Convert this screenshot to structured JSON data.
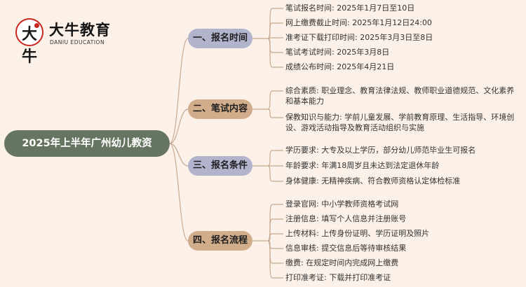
{
  "brand": {
    "mark_char": "大牛",
    "name": "大牛教育",
    "english": "DANIU EDUCATION",
    "accent_color": "#c9261f"
  },
  "root": {
    "label": "2025年上半年广州幼儿教资"
  },
  "branches": [
    {
      "label": "一、报名时间",
      "color": "#b2b3cc",
      "items": [
        "笔试报名时间: 2025年1月7日至10日",
        "网上缴费截止时间: 2025年1月12日24:00",
        "准考证下载打印时间: 2025年3月3日至8日",
        "笔试考试时间: 2025年3月8日",
        "成绩公布时间: 2025年4月21日"
      ]
    },
    {
      "label": "二、笔试内容",
      "color": "#d2ad8b",
      "items": [
        "综合素质: 职业理念、教育法律法规、教师职业道德规范、文化素养和基本能力",
        "保教知识与能力: 学前儿童发展、学前教育原理、生活指导、环境创设、游戏活动指导及教育活动组织与实施"
      ]
    },
    {
      "label": "三、报名条件",
      "color": "#b2b3cc",
      "items": [
        "学历要求: 大专及以上学历，部分幼儿师范毕业生可报名",
        "年龄要求: 年满18周岁且未达到法定退休年龄",
        "身体健康: 无精神疾病、符合教师资格认定体检标准"
      ]
    },
    {
      "label": "四、报名流程",
      "color": "#d2ad8b",
      "items": [
        "登录官网: 中小学教师资格考试网",
        "注册信息: 填写个人信息并注册账号",
        "上传材料: 上传身份证明、学历证明及照片",
        "信息审核: 提交信息后等待审核结果",
        "缴费: 在规定时间内完成网上缴费",
        "打印准考证: 下载并打印准考证"
      ]
    }
  ]
}
